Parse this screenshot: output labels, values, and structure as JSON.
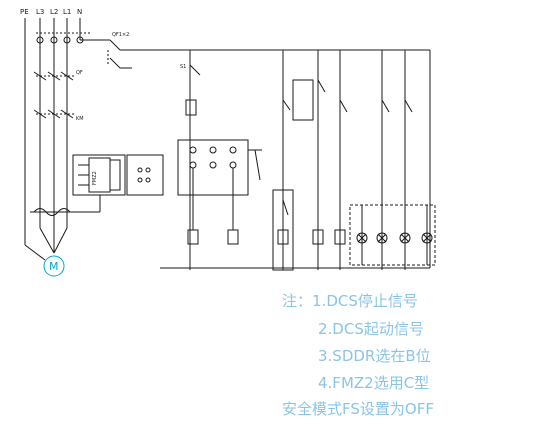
{
  "supply": {
    "pe": "PE",
    "l3": "L3",
    "l2": "L2",
    "l1": "L1",
    "n": "N"
  },
  "devices": {
    "qf_label": "QF",
    "km_label": "KM",
    "fmz2_label": "FMZ2",
    "motor_label": "M",
    "qf1_label": "QF1×2"
  },
  "notes": {
    "title": "注：",
    "note1": "1.DCS停止信号",
    "note2": "2.DCS起动信号",
    "note3": "3.SDDR选在B位",
    "note4": "4.FMZ2选用C型",
    "note5": "安全模式FS设置为OFF"
  },
  "colors": {
    "line": "#1a1a1a",
    "accent": "#00a6c8",
    "note_text": "#8ac4e8"
  }
}
